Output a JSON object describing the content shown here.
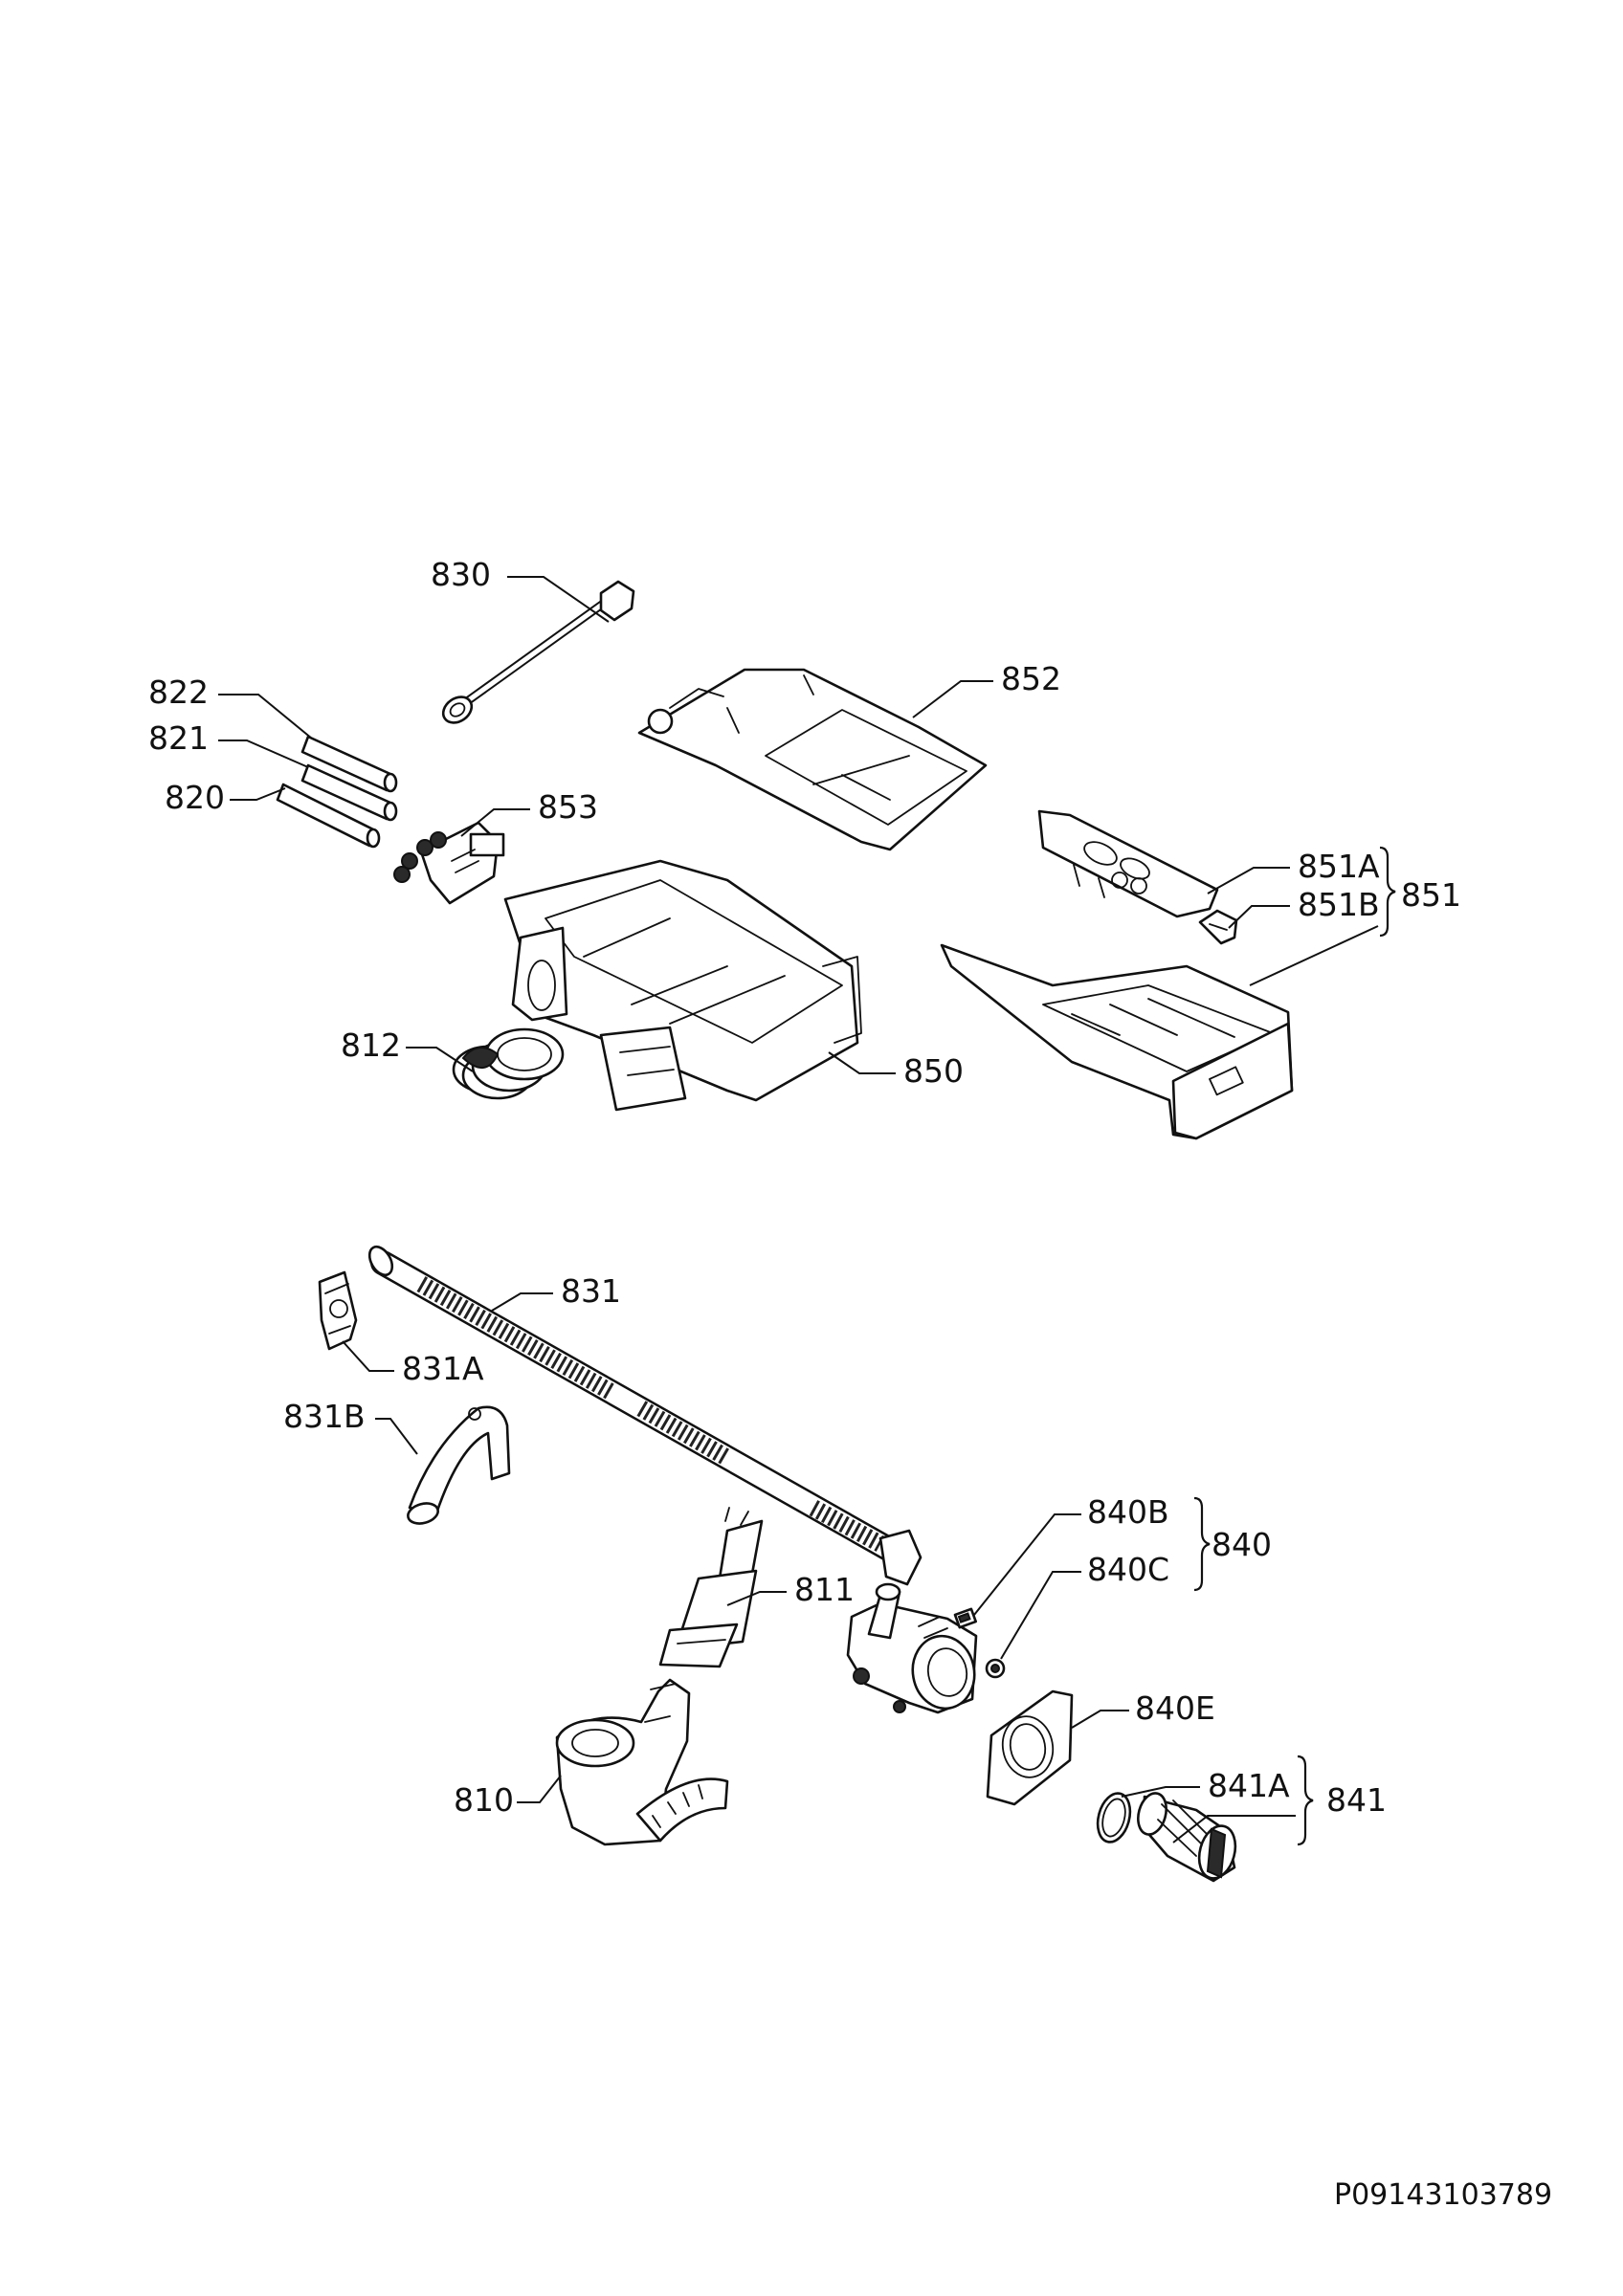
{
  "diagram": {
    "labels": {
      "l830": "830",
      "l822": "822",
      "l821": "821",
      "l820": "820",
      "l853": "853",
      "l852": "852",
      "l851A": "851A",
      "l851B": "851B",
      "l851": "851",
      "l812": "812",
      "l850": "850",
      "l831": "831",
      "l831A": "831A",
      "l831B": "831B",
      "l840B": "840B",
      "l840C": "840C",
      "l840": "840",
      "l811": "811",
      "l840E": "840E",
      "l841A": "841A",
      "l841": "841",
      "l810": "810"
    },
    "document_code": "P09143103789"
  }
}
